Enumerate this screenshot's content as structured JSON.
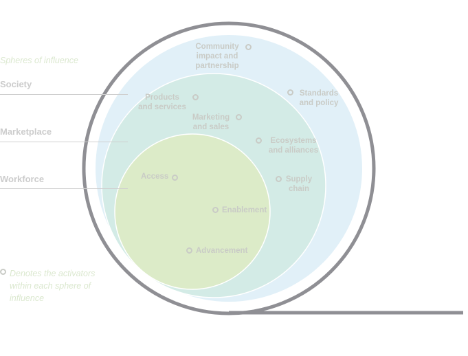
{
  "legend": {
    "title": "Spheres of influence",
    "spheres": [
      "Society",
      "Marketplace",
      "Workforce"
    ],
    "note": "Denotes the activators\nwithin each sphere of\ninfluence"
  },
  "activators": {
    "community": "Community\nimpact and\npartnership",
    "standards": "Standards\nand policy",
    "products": "Products\nand services",
    "marketing": "Marketing\nand sales",
    "ecosystems": "Ecosystems\nand alliances",
    "supply": "Supply\nchain",
    "access": "Access",
    "enablement": "Enablement",
    "advancement": "Advancement"
  },
  "colors": {
    "society": "#e1f0f8",
    "marketplace": "#d3ebe6",
    "workforce": "#dcebc8",
    "ring": "#8f8f94",
    "label": "#c9cbc6",
    "italic": "#dbe8cf"
  }
}
